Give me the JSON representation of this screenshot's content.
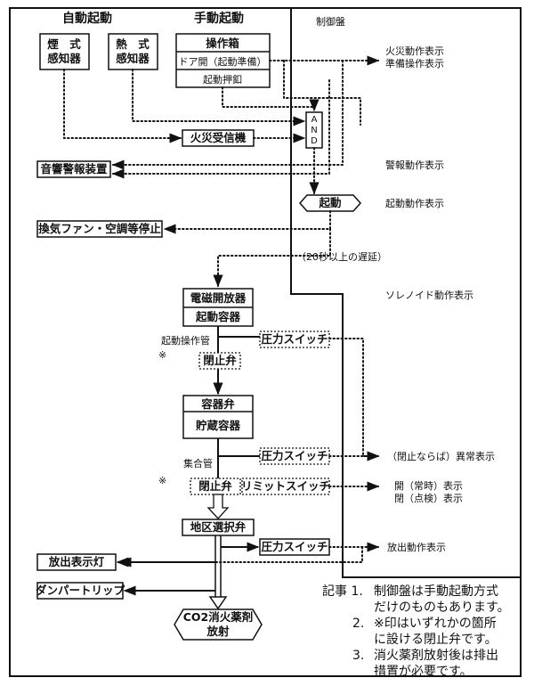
{
  "headers": {
    "auto": "自動起動",
    "manual": "手動起動",
    "panel": "制御盤"
  },
  "boxes": {
    "smoke1": "煙　式",
    "smoke2": "感知器",
    "heat1": "熱　式",
    "heat2": "感知器",
    "opbox": "操作箱",
    "door": "ドア開（起動準備）",
    "startbtn": "起動押釦",
    "and": "AND",
    "receiver": "火災受信機",
    "alarm": "音響警報装置",
    "start": "起動",
    "fan": "換気ファン・空調等停止",
    "solenoid": "電磁開放器",
    "startcont": "起動容器",
    "ps1": "圧力スイッチ",
    "closing1": "閉止弁",
    "valve": "容器弁",
    "storage": "貯蔵容器",
    "ps2": "圧力スイッチ",
    "closing2": "閉止弁",
    "limit": "リミットスイッチ",
    "area": "地区選択弁",
    "ps3": "圧力スイッチ",
    "discharge_lamp": "放出表示灯",
    "damper": "ダンパートリップ",
    "co2_1": "CO2消火薬剤",
    "co2_2": "放射"
  },
  "labels": {
    "fire_disp": "火災動作表示",
    "prep_disp": "準備操作表示",
    "alarm_disp": "警報動作表示",
    "start_disp": "起動動作表示",
    "delay": "（20秒以上の遅延）",
    "solenoid_disp": "ソレノイド動作表示",
    "startpipe": "起動操作管",
    "mark1": "※",
    "collect": "集合管",
    "mark2": "※",
    "abnormal": "（閉止ならば）異常表示",
    "open1": "開（常時）表示",
    "open2": "閉（点検）表示",
    "discharge_disp": "放出動作表示"
  },
  "notes": {
    "n1a": "記事 1.",
    "n1b": "制御盤は手動起動方式",
    "n1c": "だけのものもあります。",
    "n2a": "2.",
    "n2b": "※印はいずれかの箇所",
    "n2c": "に設ける閉止弁です。",
    "n3a": "3.",
    "n3b": "消火薬剤放射後は排出",
    "n3c": "措置が必要です。"
  }
}
